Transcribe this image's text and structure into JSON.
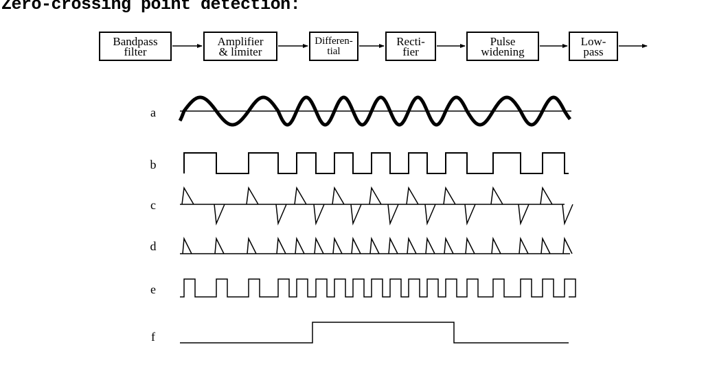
{
  "title": "Zero-crossing point detection:",
  "blocks": [
    {
      "line1": "Bandpass",
      "line2": "filter"
    },
    {
      "line1": "Amplifier",
      "line2": "& limiter"
    },
    {
      "line1": "Differen-",
      "line2": "tial"
    },
    {
      "line1": "Recti-",
      "line2": "fier"
    },
    {
      "line1": "Pulse",
      "line2": "widening"
    },
    {
      "line1": "Low-",
      "line2": "pass"
    }
  ],
  "signals": [
    {
      "label": "a"
    },
    {
      "label": "b"
    },
    {
      "label": "c"
    },
    {
      "label": "d"
    },
    {
      "label": "e"
    },
    {
      "label": "f"
    }
  ]
}
